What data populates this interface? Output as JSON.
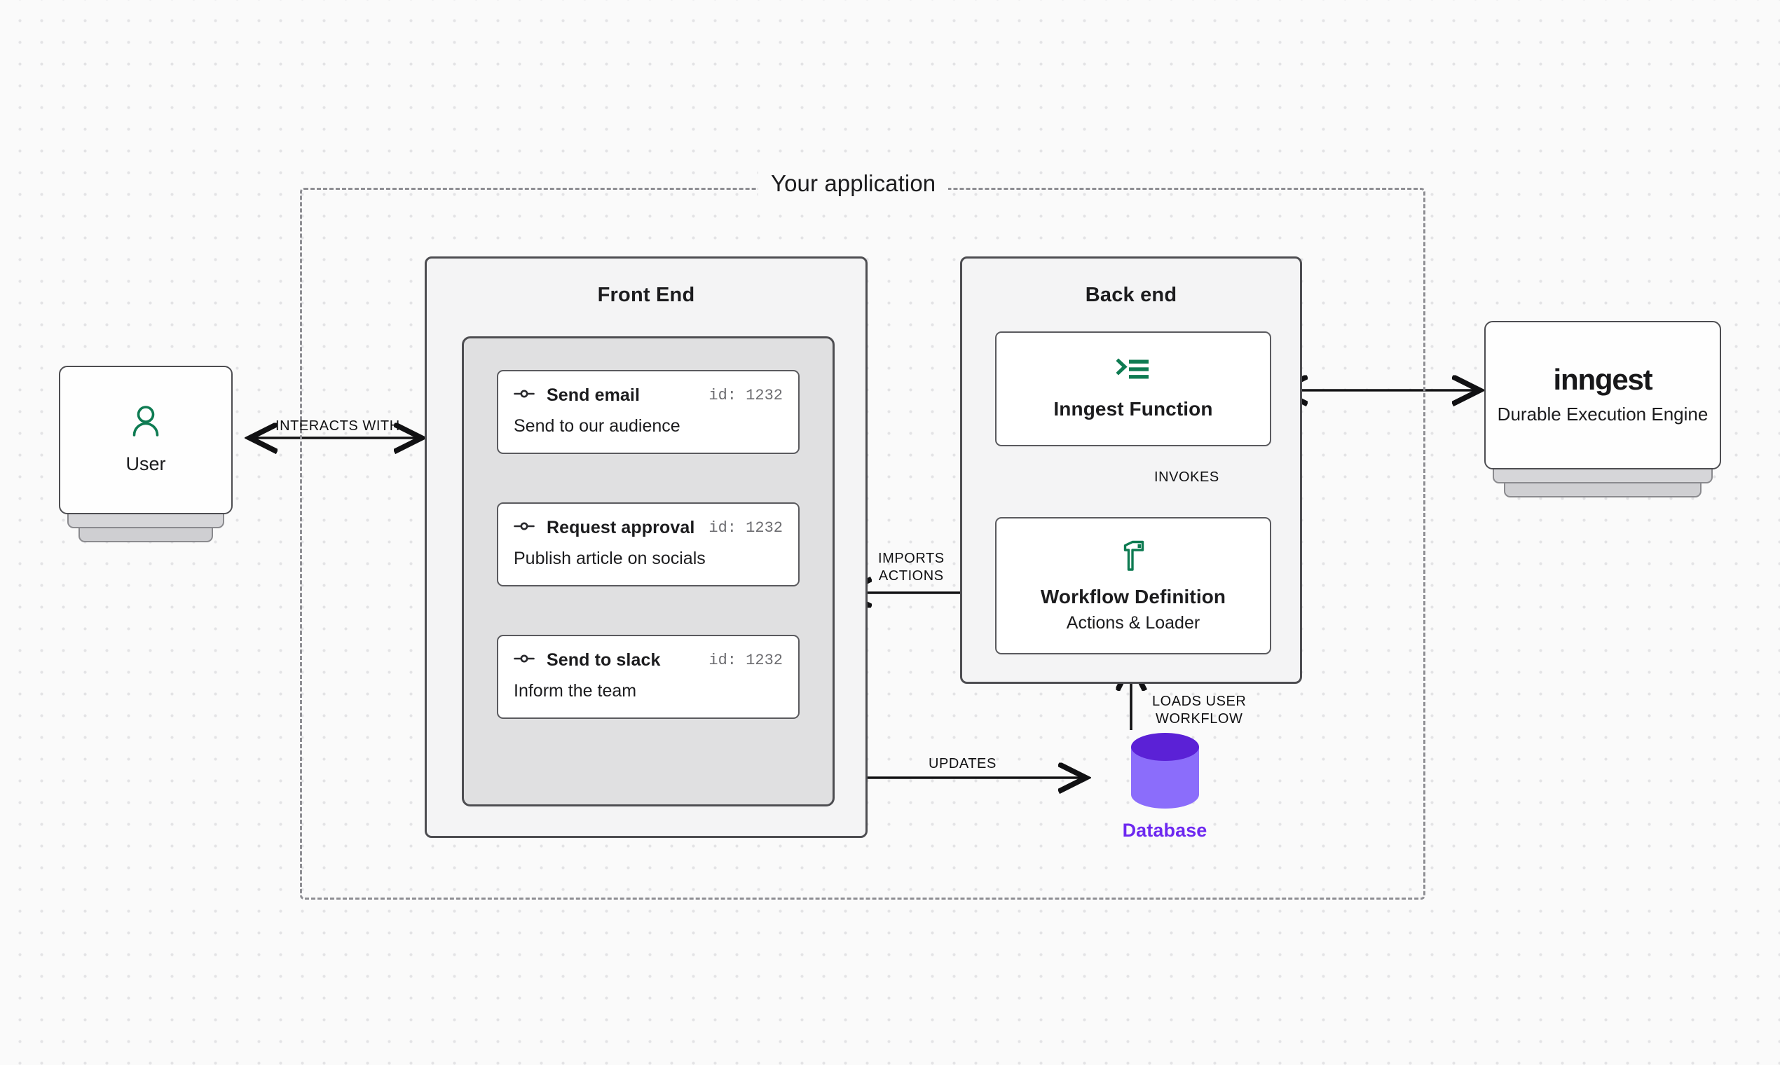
{
  "app": {
    "title": "Your application"
  },
  "user": {
    "icon": "user-icon",
    "label": "User"
  },
  "inngest": {
    "wordmark": "inngest",
    "subtitle": "Durable Execution\nEngine"
  },
  "frontend": {
    "title": "Front End",
    "steps": [
      {
        "icon": "node-icon",
        "title": "Send email",
        "id_label": "id: 1232",
        "description": "Send to our audience"
      },
      {
        "icon": "node-icon",
        "title": "Request approval",
        "id_label": "id: 1232",
        "description": "Publish article on socials"
      },
      {
        "icon": "node-icon",
        "title": "Send to slack",
        "id_label": "id: 1232",
        "description": "Inform the team"
      }
    ]
  },
  "backend": {
    "title": "Back end",
    "inngest_function": {
      "icon": "terminal-list-icon",
      "title": "Inngest Function"
    },
    "workflow_definition": {
      "icon": "hammer-icon",
      "title": "Workflow Definition",
      "subtitle": "Actions & Loader"
    }
  },
  "database": {
    "icon": "database-cylinder-icon",
    "label": "Database"
  },
  "edges": {
    "interacts_with": "INTERACTS WITH",
    "invokes": "INVOKES",
    "imports_actions": "IMPORTS\nACTIONS",
    "updates": "UPDATES",
    "loads_user_workflow": "LOADS USER\nWORKFLOW"
  },
  "colors": {
    "accent_green": "#0E7B52",
    "accent_purple": "#6D28F0",
    "database_top": "#5B21D6",
    "database_body": "#8B6DFB",
    "stroke": "#4D4D51",
    "panel_bg": "#F4F4F5",
    "list_bg": "#E0E0E1",
    "canvas_bg": "#FAFAFA",
    "dot": "#E3E3E5"
  }
}
